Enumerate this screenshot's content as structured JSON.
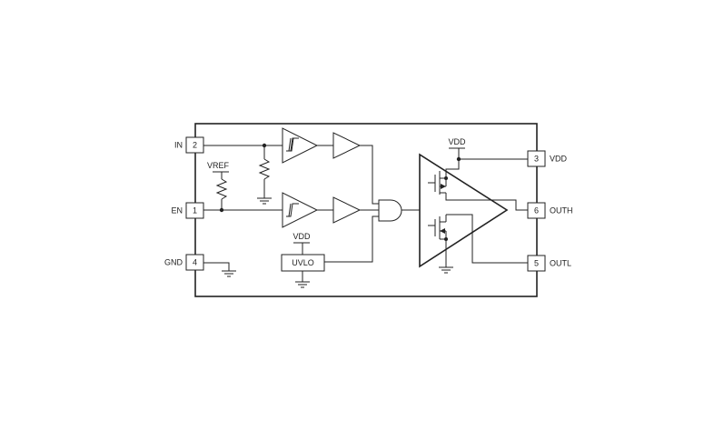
{
  "pins": [
    {
      "number": "2",
      "name": "IN"
    },
    {
      "number": "1",
      "name": "EN"
    },
    {
      "number": "4",
      "name": "GND"
    },
    {
      "number": "3",
      "name": "VDD"
    },
    {
      "number": "6",
      "name": "OUTH"
    },
    {
      "number": "5",
      "name": "OUTL"
    }
  ],
  "labels": {
    "vref": "VREF",
    "uvlo_vdd": "VDD",
    "uvlo": "UVLO",
    "driver_vdd": "VDD"
  },
  "colors": {
    "line": "#222222",
    "background": "#ffffff"
  }
}
